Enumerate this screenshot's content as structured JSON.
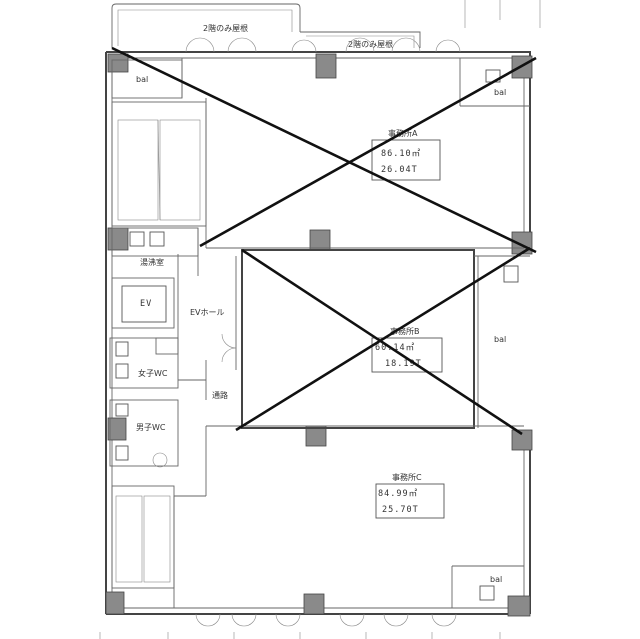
{
  "labels": {
    "roof_terrace_1": "2階のみ屋根",
    "roof_terrace_2": "2階のみ屋根",
    "bal_nw": "bal",
    "bal_ne": "bal",
    "bal_east": "bal",
    "bal_se": "bal",
    "ev": "EV",
    "ev_hall": "EVホール",
    "storage": "湯沸室",
    "corridor": "通路",
    "womens_wc": "女子WC",
    "mens_wc": "男子WC"
  },
  "offices": [
    {
      "name": "事務所A",
      "area": "86.10㎡",
      "tsubo": "26.04T"
    },
    {
      "name": "事務所B",
      "area": "60.14㎡",
      "tsubo": "18.19T"
    },
    {
      "name": "事務所C",
      "area": "84.99㎡",
      "tsubo": "25.70T"
    }
  ]
}
